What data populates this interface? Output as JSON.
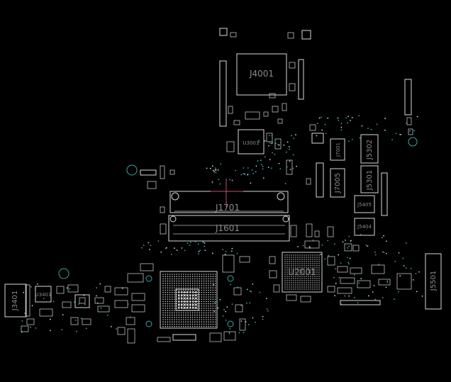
{
  "viewer": {
    "title": "",
    "background": "#000000",
    "outline_color": "#d8d8d8",
    "label_color": "#8a8a8a",
    "via_color": "#3fa3a3",
    "cursor_color": "#c0506a"
  },
  "components": {
    "j4001": "J4001",
    "u3001": "U3001",
    "j1701": "J1701",
    "j1601": "J1601",
    "u2001": "U2001",
    "j5501": "J5501",
    "j3401": "J3401",
    "u3401": "U3401",
    "j5302": "J5302",
    "j5301": "J5301",
    "j7001": "J7001",
    "j7005": "J7005",
    "j5405": "J5405",
    "j5404": "J5404"
  }
}
